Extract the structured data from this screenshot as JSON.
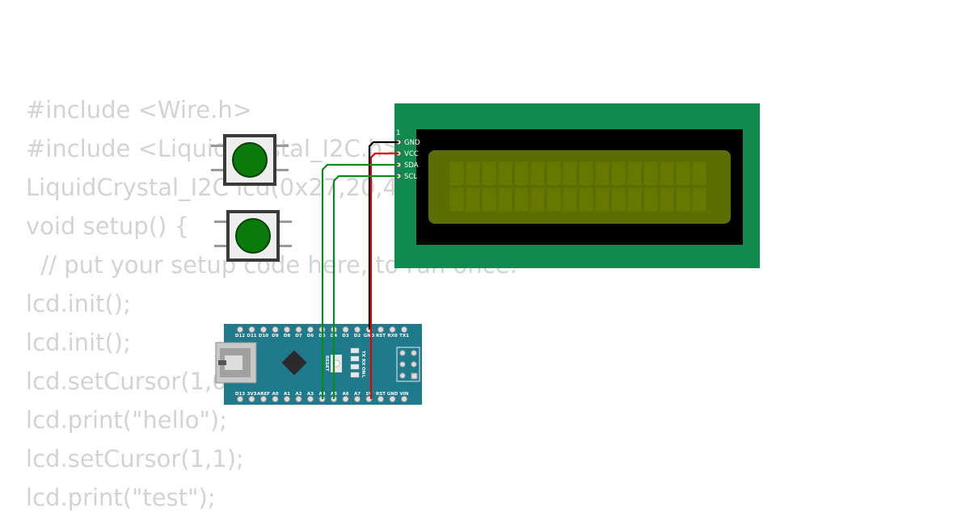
{
  "code_lines": [
    "#include <Wire.h>",
    "#include <LiquidCrystal_I2C.h>",
    "LiquidCrystal_I2C lcd(0x27,20,4);",
    "void setup() {",
    "  // put your setup code here, to run once:",
    "lcd.init();",
    "lcd.init();",
    "lcd.setCursor(1,0);",
    "lcd.print(\"hello\");",
    "lcd.setCursor(1,1);",
    "lcd.print(\"test\");"
  ],
  "lcd": {
    "pin1_marker": "1",
    "pins": [
      "GND",
      "VCC",
      "SDA",
      "SCL"
    ],
    "board_color": "#118a4d",
    "screen_color": "#5d6e00",
    "bezel_color": "#000000"
  },
  "nano": {
    "top_pins": [
      "D12",
      "D11",
      "D10",
      "D9",
      "D8",
      "D7",
      "D6",
      "D5",
      "D4",
      "D3",
      "D2",
      "GND",
      "RST",
      "RX0",
      "TX1"
    ],
    "bottom_pins": [
      "D13",
      "3V3",
      "AREF",
      "A0",
      "A1",
      "A2",
      "A3",
      "A4",
      "A5",
      "A6",
      "A7",
      "5V",
      "RST",
      "GND",
      "VIN"
    ],
    "reset_label": "RESET",
    "led_labels": [
      "TX",
      "RX",
      "ON",
      "L"
    ],
    "board_color": "#1f7a8c"
  },
  "buttons": {
    "cap_color": "#0a7a0a"
  },
  "wires": {
    "gnd_color": "#000000",
    "vcc_color": "#e00000",
    "signal_color": "#0a8a1e"
  }
}
